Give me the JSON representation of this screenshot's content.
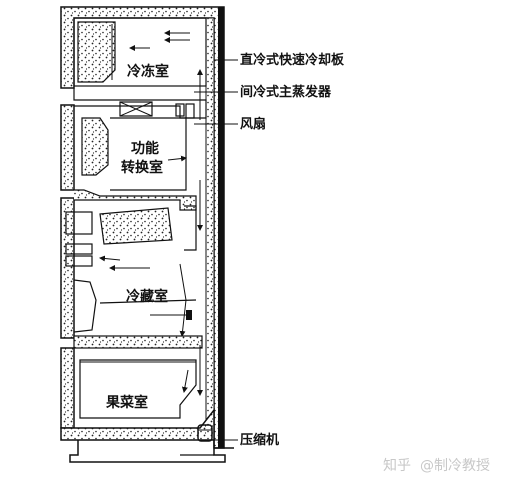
{
  "diagram": {
    "compartments": {
      "freezer": "冷冻室",
      "switch_line1": "功能",
      "switch_line2": "转换室",
      "fridge": "冷藏室",
      "crisper": "果菜室"
    },
    "callouts": {
      "cold_plate": "直冷式快速冷却板",
      "evaporator": "间冷式主蒸发器",
      "fan": "风扇",
      "compressor": "压缩机"
    }
  },
  "watermark": {
    "site": "知乎",
    "author": "@制冷教授"
  }
}
